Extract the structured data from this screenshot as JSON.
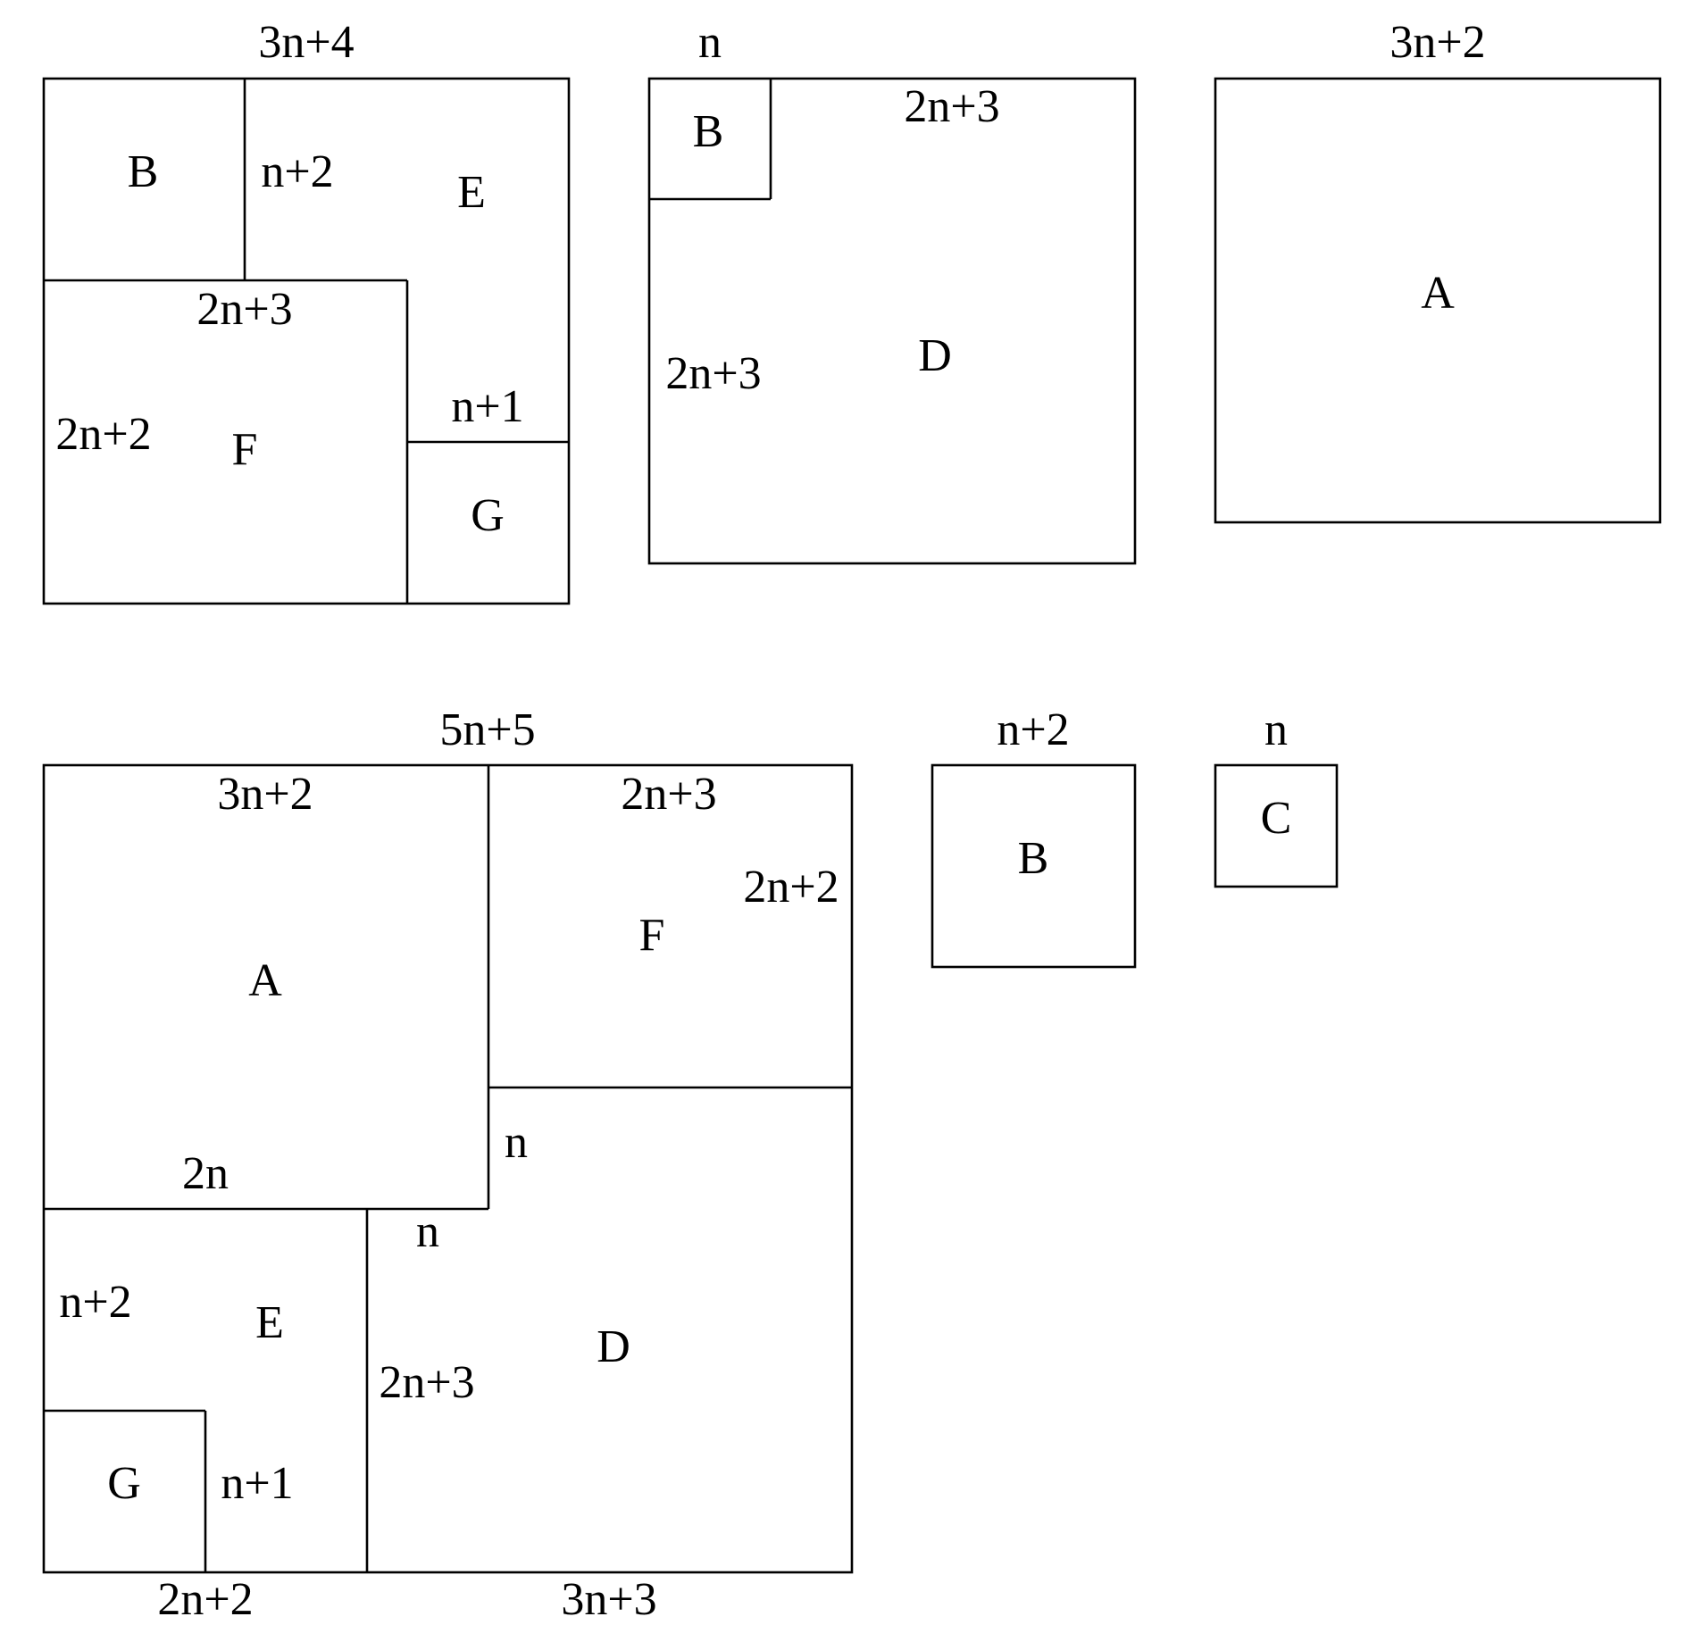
{
  "colors": {
    "stroke": "#000000",
    "background": "#ffffff"
  },
  "top_left": {
    "width_label": "3n+4",
    "B": "B",
    "B_side": "n+2",
    "E": "E",
    "F_top": "2n+3",
    "F_side": "2n+2",
    "F": "F",
    "G_top": "n+1",
    "G": "G"
  },
  "top_middle": {
    "width_label": "n",
    "B": "B",
    "D_top": "2n+3",
    "D_side": "2n+3",
    "D": "D"
  },
  "top_right": {
    "width_label": "3n+2",
    "A": "A"
  },
  "bottom_left": {
    "width_label": "5n+5",
    "A_top": "3n+2",
    "A": "A",
    "A_bottom": "2n",
    "F_top": "2n+3",
    "F_side": "2n+2",
    "F": "F",
    "D_notch_side": "n",
    "D_notch_top": "n",
    "D_side": "2n+3",
    "D": "D",
    "E_side": "n+2",
    "E": "E",
    "G": "G",
    "G_side": "n+1",
    "bottom_left_label": "2n+2",
    "bottom_right_label": "3n+3"
  },
  "square_B": {
    "width_label": "n+2",
    "B": "B"
  },
  "square_C": {
    "width_label": "n",
    "C": "C"
  }
}
